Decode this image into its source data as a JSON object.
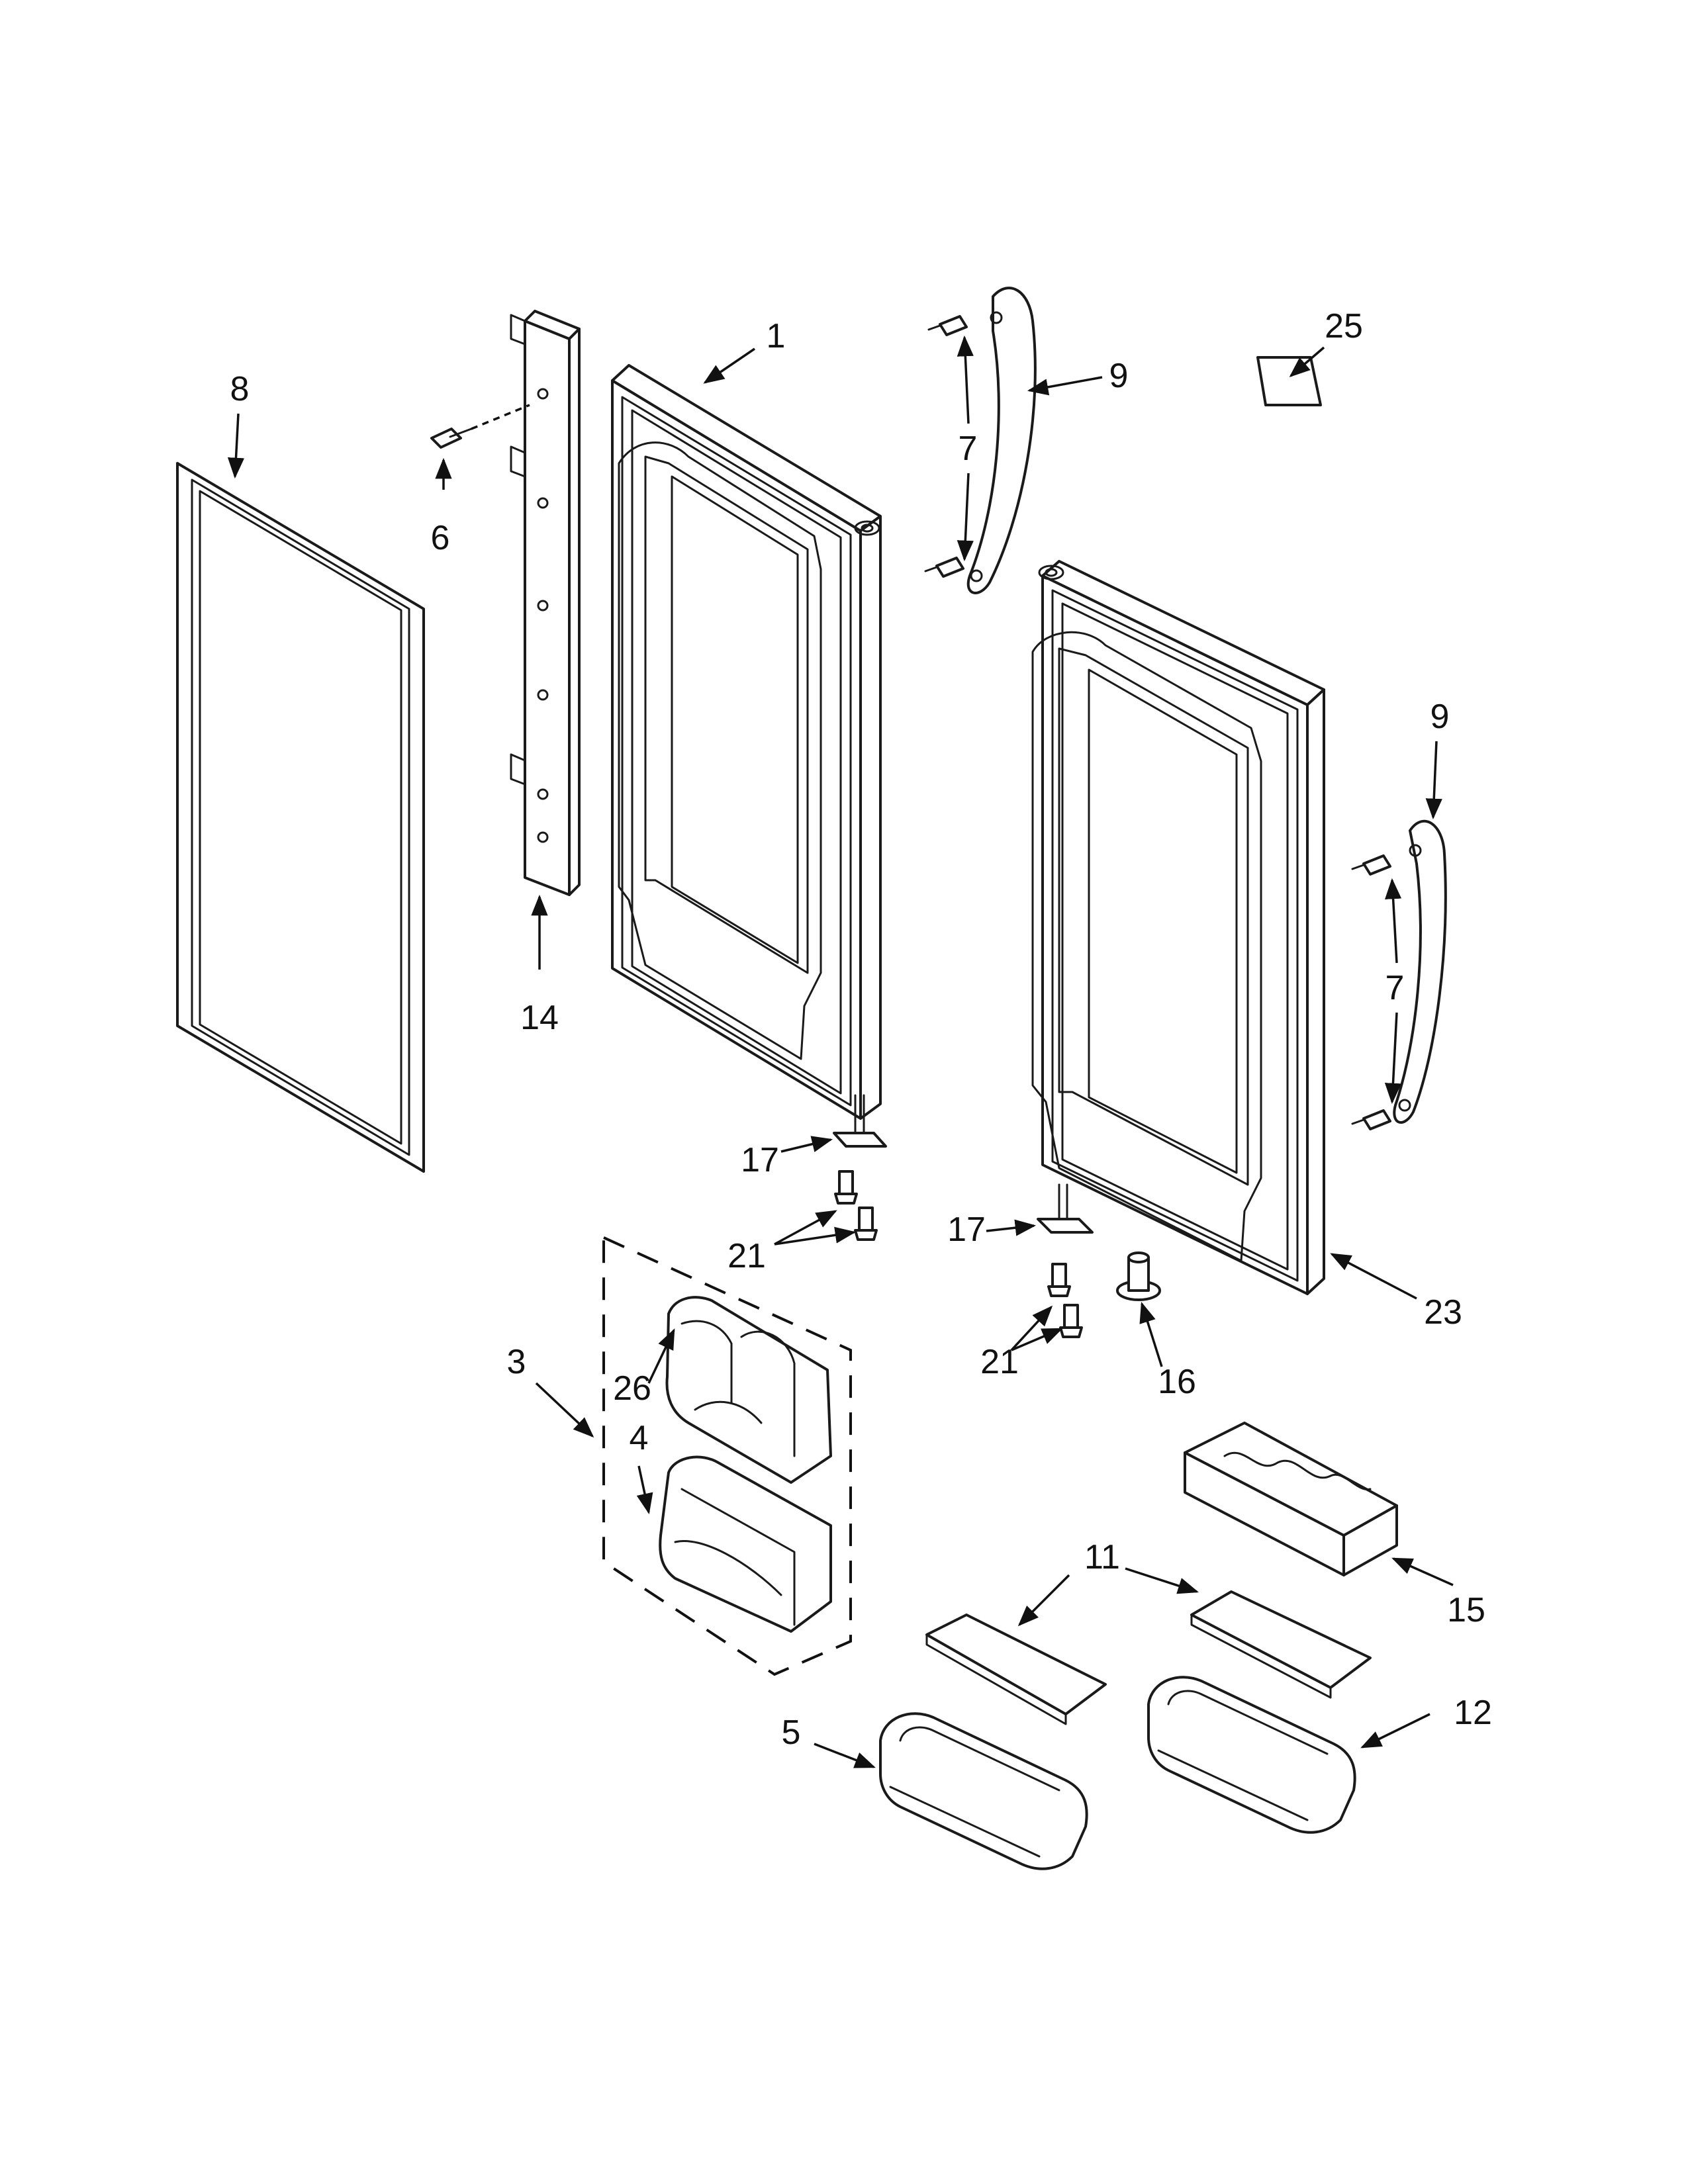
{
  "diagram": {
    "callouts": {
      "p1": "1",
      "p3": "3",
      "p4": "4",
      "p5": "5",
      "p6": "6",
      "p7a": "7",
      "p7b": "7",
      "p8": "8",
      "p9a": "9",
      "p9b": "9",
      "p11": "11",
      "p12": "12",
      "p14": "14",
      "p15": "15",
      "p16": "16",
      "p17a": "17",
      "p17b": "17",
      "p21a": "21",
      "p21b": "21",
      "p23": "23",
      "p25": "25",
      "p26": "26"
    }
  }
}
